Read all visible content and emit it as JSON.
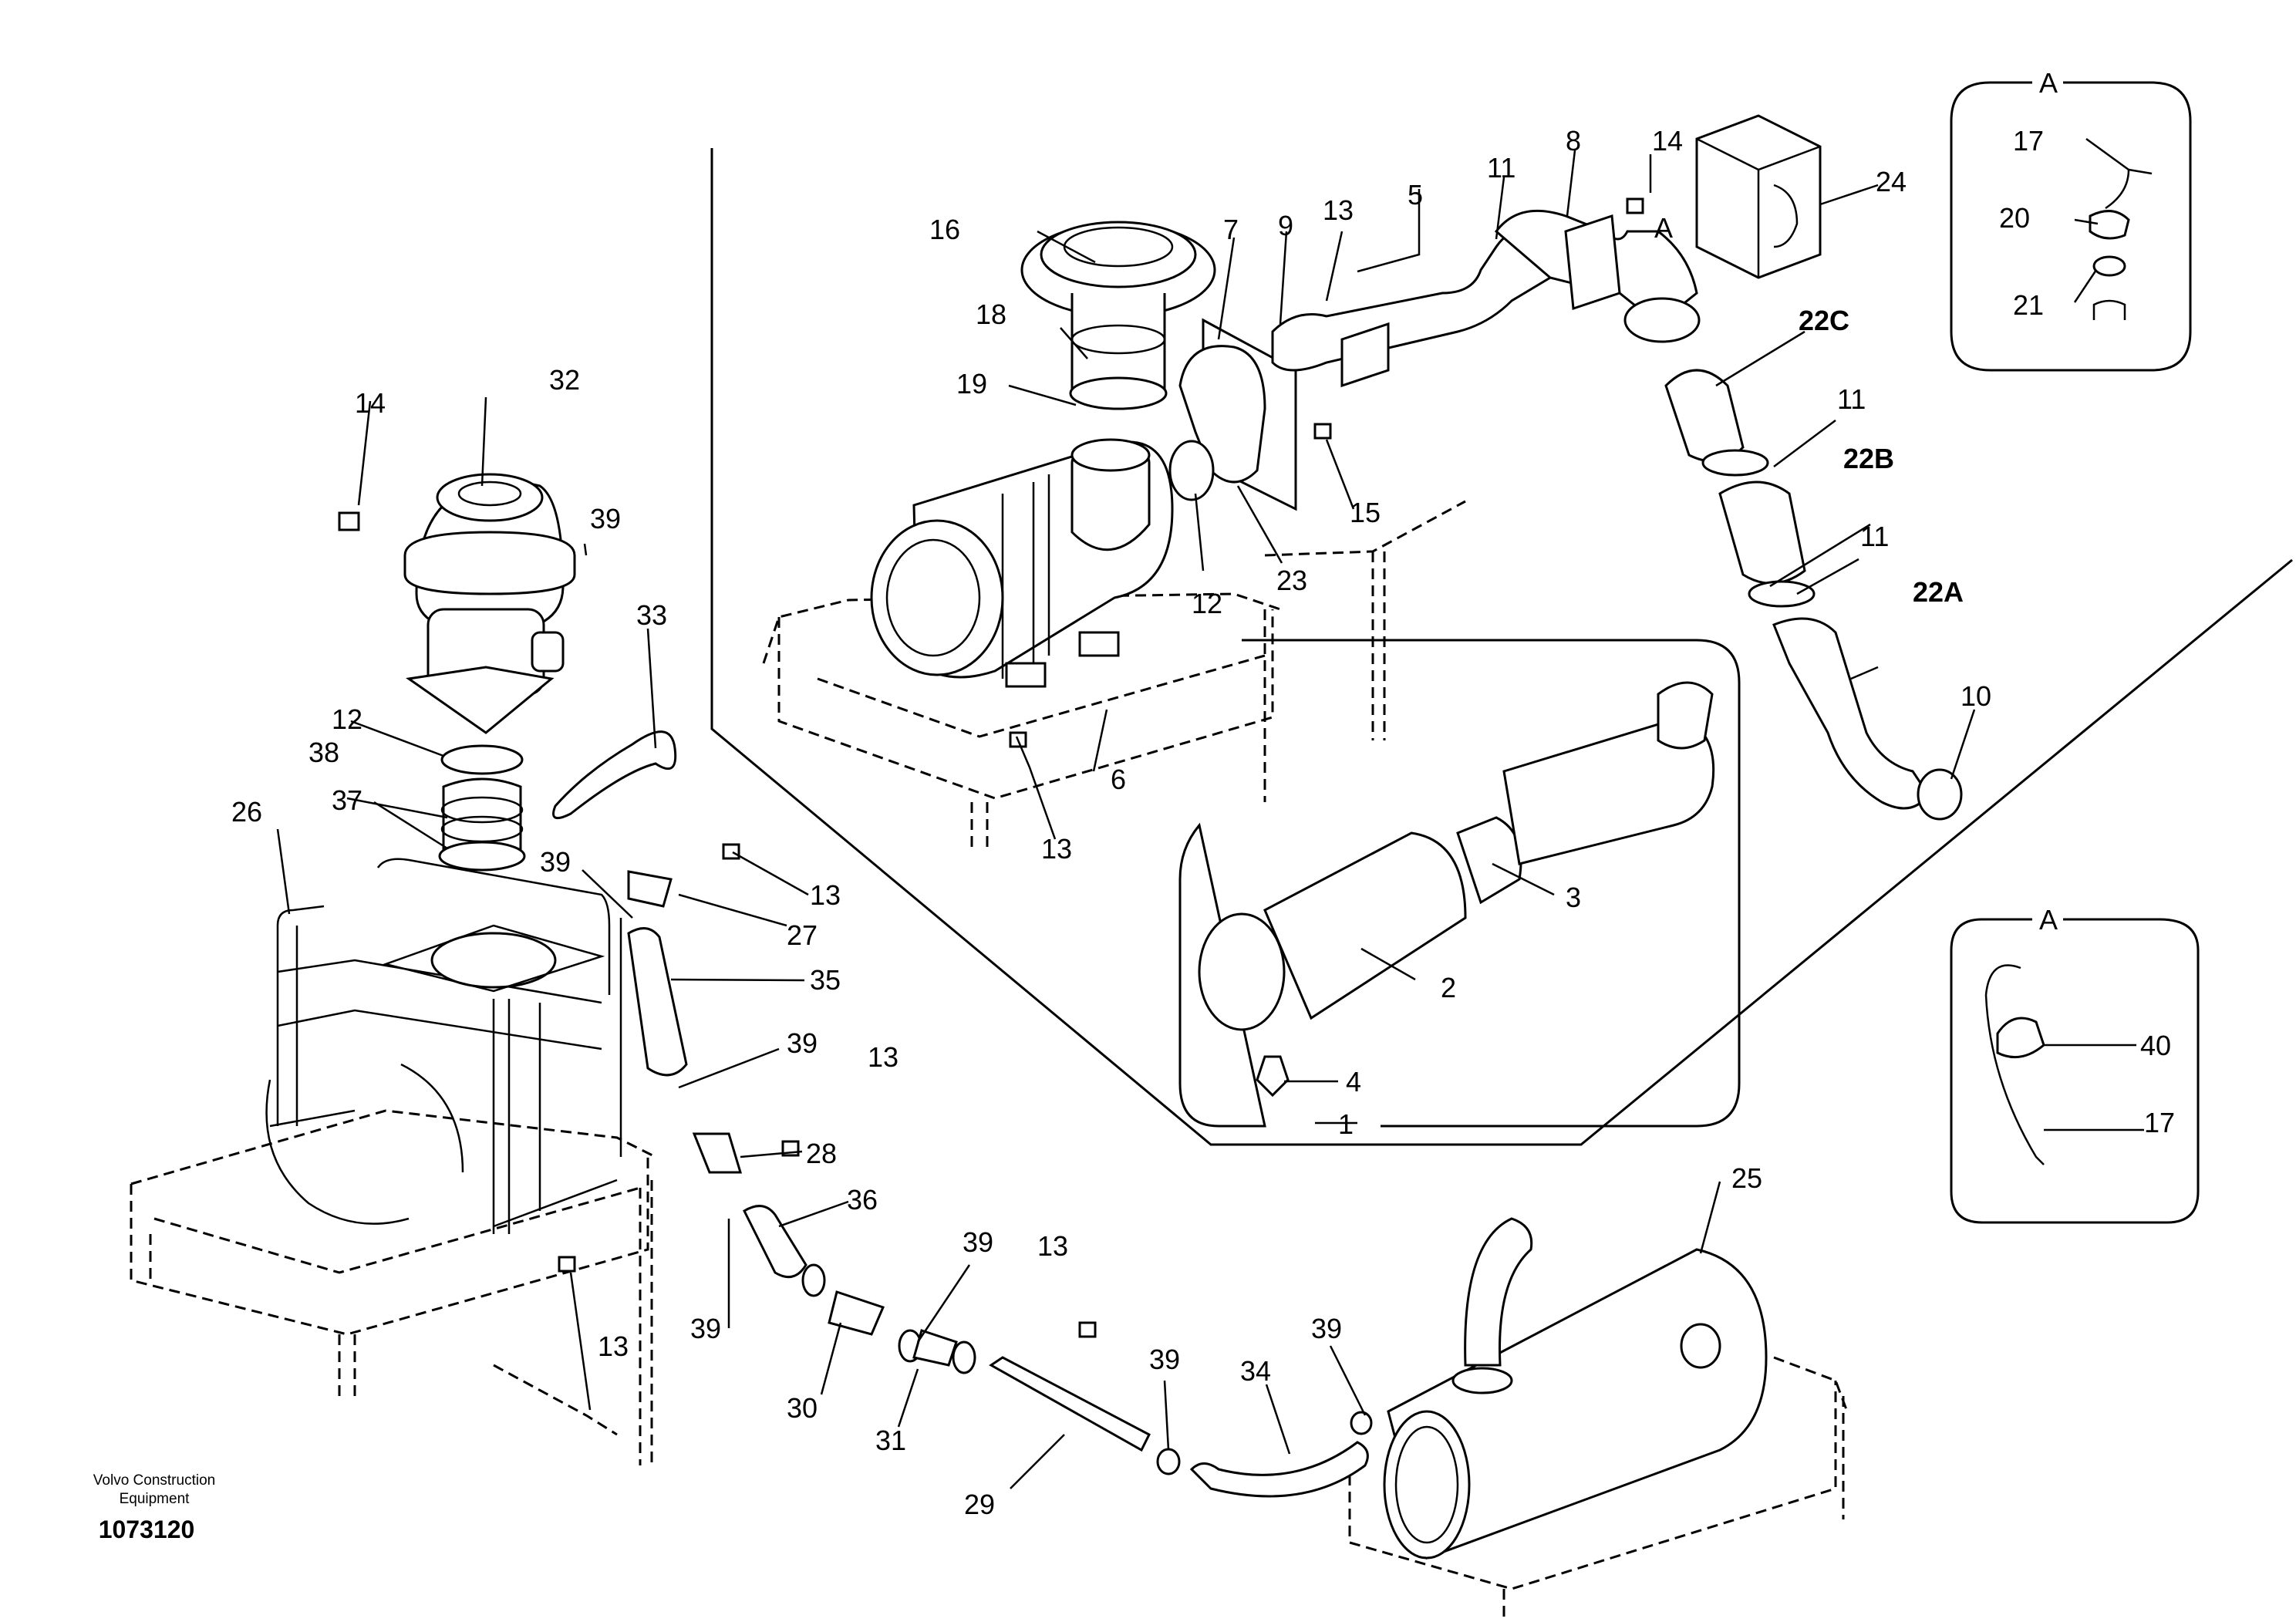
{
  "labels": {
    "l1": "1",
    "l2": "2",
    "l3": "3",
    "l4": "4",
    "l5": "5",
    "l6": "6",
    "l7": "7",
    "l8": "8",
    "l9": "9",
    "l10": "10",
    "l11a": "11",
    "l11b": "11",
    "l11c": "11",
    "l12a": "12",
    "l12b": "12",
    "l13a": "13",
    "l13b": "13",
    "l13c": "13",
    "l13d": "13",
    "l13e": "13",
    "l13f": "13",
    "l14a": "14",
    "l14b": "14",
    "l15": "15",
    "l16": "16",
    "l17a": "17",
    "l17b": "17",
    "l18": "18",
    "l19": "19",
    "l20": "20",
    "l21": "21",
    "l22a": "22A",
    "l22b": "22B",
    "l22c": "22C",
    "l23": "23",
    "l24": "24",
    "l25": "25",
    "l26": "26",
    "l27": "27",
    "l28": "28",
    "l29": "29",
    "l30": "30",
    "l31": "31",
    "l32": "32",
    "l33": "33",
    "l34": "34",
    "l35": "35",
    "l36": "36",
    "l37": "37",
    "l38": "38",
    "l39a": "39",
    "l39b": "39",
    "l39c": "39",
    "l39d": "39",
    "l39e": "39",
    "l39f": "39",
    "l39g": "39",
    "l40": "40",
    "la1": "A",
    "la2": "A",
    "la3": "A"
  },
  "footer": {
    "company_line1": "Volvo Construction",
    "company_line2": "Equipment",
    "drawing_number": "1073120"
  }
}
